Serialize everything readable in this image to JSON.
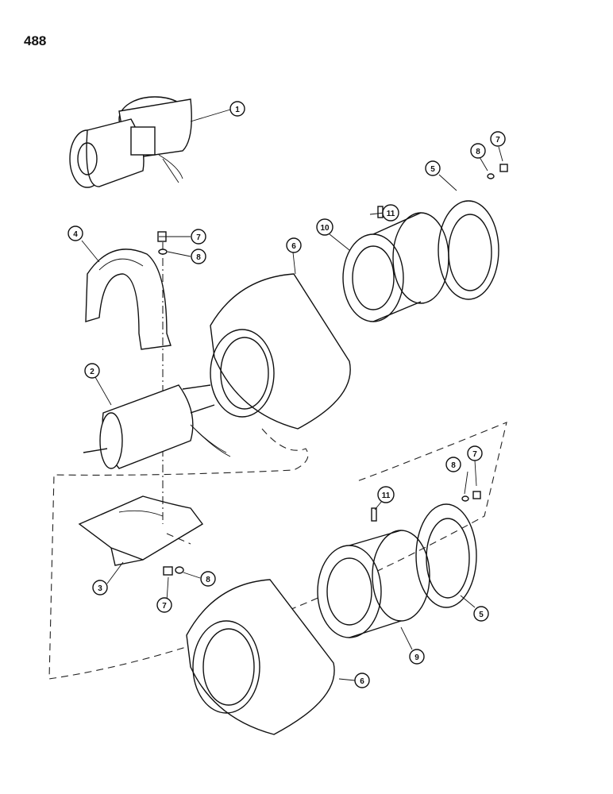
{
  "page": {
    "number": "488"
  },
  "callouts": [
    {
      "id": "c1",
      "label": "1"
    },
    {
      "id": "c2",
      "label": "2"
    },
    {
      "id": "c3",
      "label": "3"
    },
    {
      "id": "c4",
      "label": "4"
    },
    {
      "id": "c5a",
      "label": "5"
    },
    {
      "id": "c5b",
      "label": "5"
    },
    {
      "id": "c6a",
      "label": "6"
    },
    {
      "id": "c6b",
      "label": "6"
    },
    {
      "id": "c7a",
      "label": "7"
    },
    {
      "id": "c7b",
      "label": "7"
    },
    {
      "id": "c7c",
      "label": "7"
    },
    {
      "id": "c8a",
      "label": "8"
    },
    {
      "id": "c8b",
      "label": "8"
    },
    {
      "id": "c8c",
      "label": "8"
    },
    {
      "id": "c9",
      "label": "9"
    },
    {
      "id": "c10",
      "label": "10"
    },
    {
      "id": "c11a",
      "label": "11"
    },
    {
      "id": "c11b",
      "label": "11"
    }
  ]
}
